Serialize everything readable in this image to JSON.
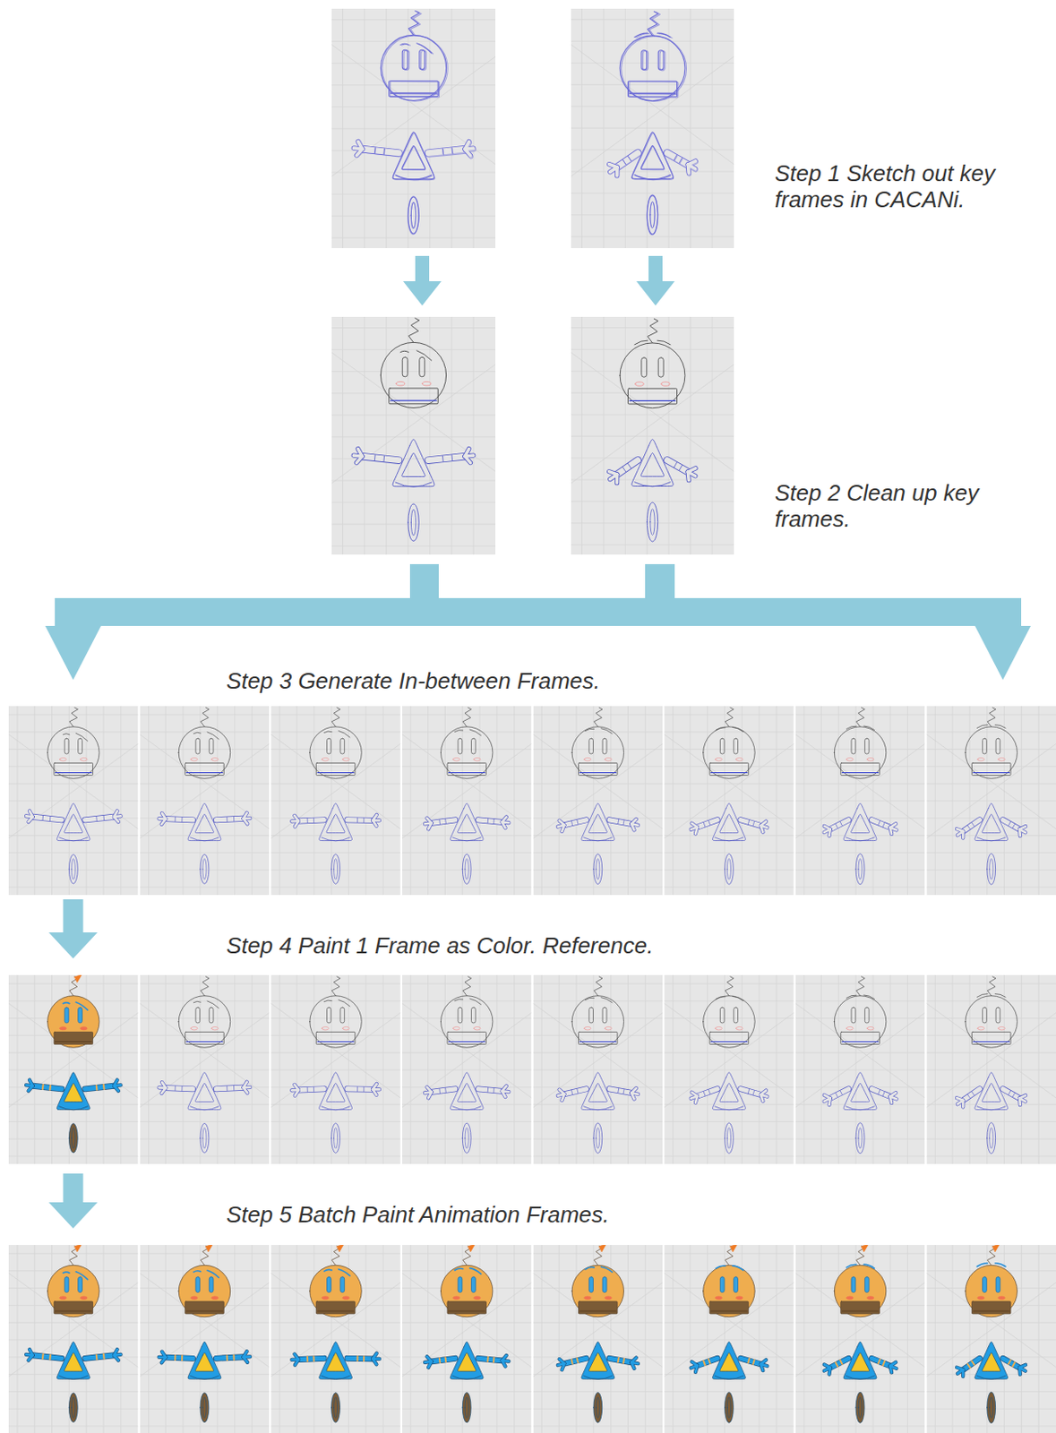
{
  "diagram": {
    "labels": [
      "Step 1 Sketch out key frames in CACANi.",
      "Step 2 Clean up key frames.",
      "Step 3 Generate In-between Frames.",
      "Step 4 Paint 1 Frame as Color. Reference.",
      "Step 5 Batch Paint Animation Frames."
    ]
  }
}
